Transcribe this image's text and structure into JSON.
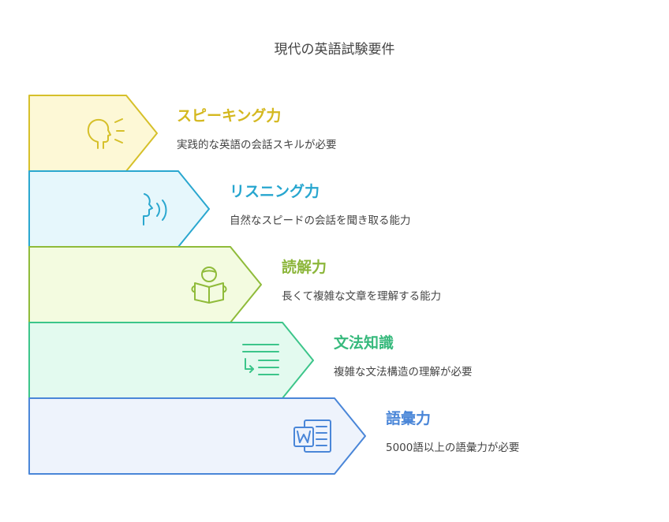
{
  "title": "現代の英語試験要件",
  "items": [
    {
      "label": "スピーキング力",
      "desc": "実践的な英語の会話スキルが必要",
      "icon": "speaking-head-icon",
      "fill": "#fdf8d6",
      "stroke": "#d6c02a",
      "text": "#d4b81f"
    },
    {
      "label": "リスニング力",
      "desc": "自然なスピードの会話を聞き取る能力",
      "icon": "listening-head-icon",
      "fill": "#e6f7fc",
      "stroke": "#2aa7cf",
      "text": "#27a6cf"
    },
    {
      "label": "読解力",
      "desc": "長くて複雑な文章を理解する能力",
      "icon": "reading-person-icon",
      "fill": "#f3fbe0",
      "stroke": "#8fbb3a",
      "text": "#8cb63a"
    },
    {
      "label": "文法知識",
      "desc": "複雑な文法構造の理解が必要",
      "icon": "text-indent-icon",
      "fill": "#e3faef",
      "stroke": "#3cc58a",
      "text": "#36b97c"
    },
    {
      "label": "語彙力",
      "desc": "5000語以上の語彙力が必要",
      "icon": "word-document-icon",
      "fill": "#eef3fc",
      "stroke": "#4a86d8",
      "text": "#4a86d8"
    }
  ]
}
